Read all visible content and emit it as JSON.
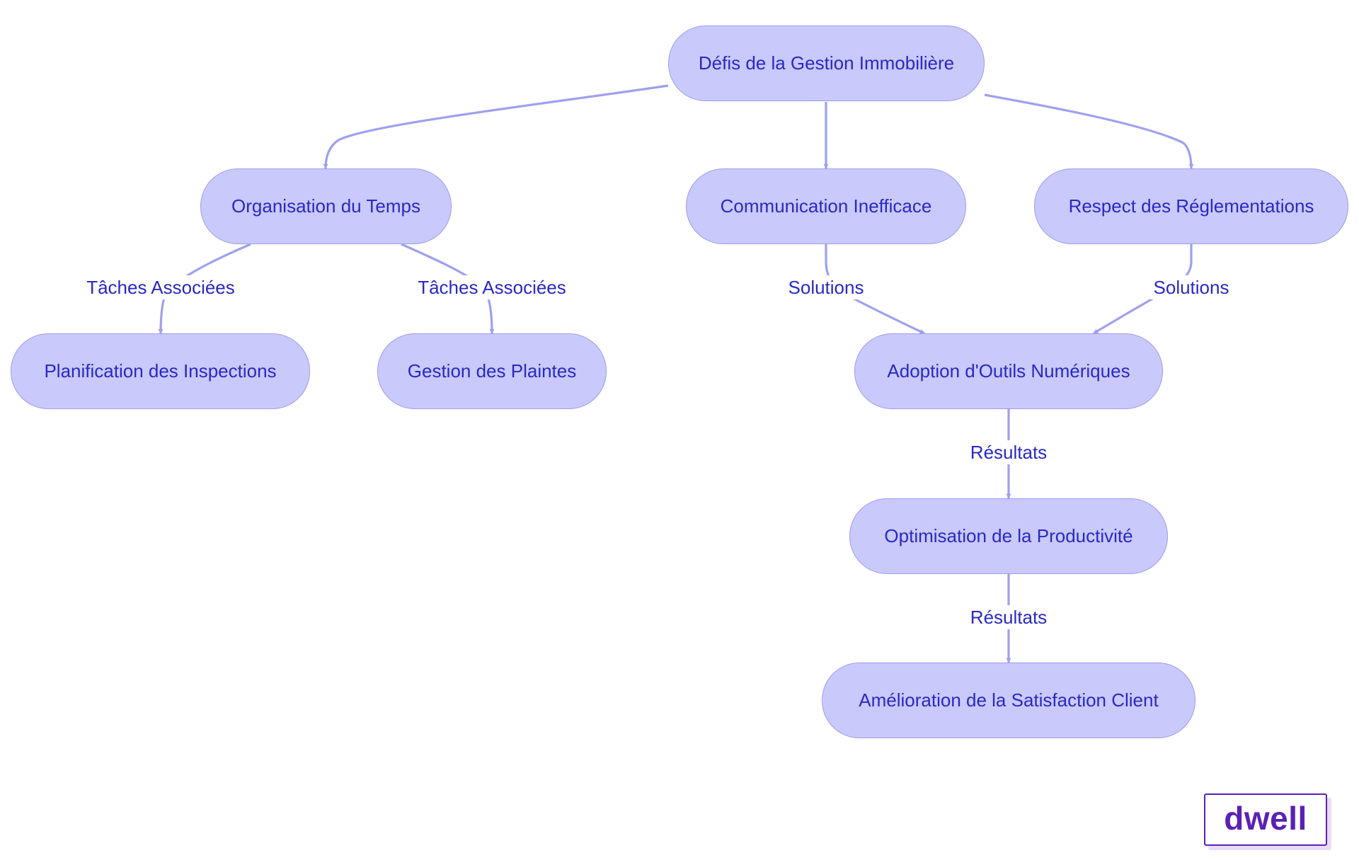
{
  "nodes": {
    "defis": "Défis de la Gestion Immobilière",
    "organisation": "Organisation du Temps",
    "communication": "Communication Inefficace",
    "respect": "Respect des Réglementations",
    "planification": "Planification des Inspections",
    "plaintes": "Gestion des Plaintes",
    "adoption": "Adoption d'Outils Numériques",
    "optimisation": "Optimisation de la Productivité",
    "amelioration": "Amélioration de la Satisfaction Client"
  },
  "edge_labels": {
    "taches_1": "Tâches Associées",
    "taches_2": "Tâches Associées",
    "solutions_1": "Solutions",
    "solutions_2": "Solutions",
    "resultats_1": "Résultats",
    "resultats_2": "Résultats"
  },
  "logo": {
    "text": "dwell"
  },
  "colors": {
    "node_fill": "#c9c9fb",
    "node_border": "#9d9def",
    "node_text": "#2929c4",
    "edge": "#9ea0ef",
    "logo": "#5b21b6"
  }
}
